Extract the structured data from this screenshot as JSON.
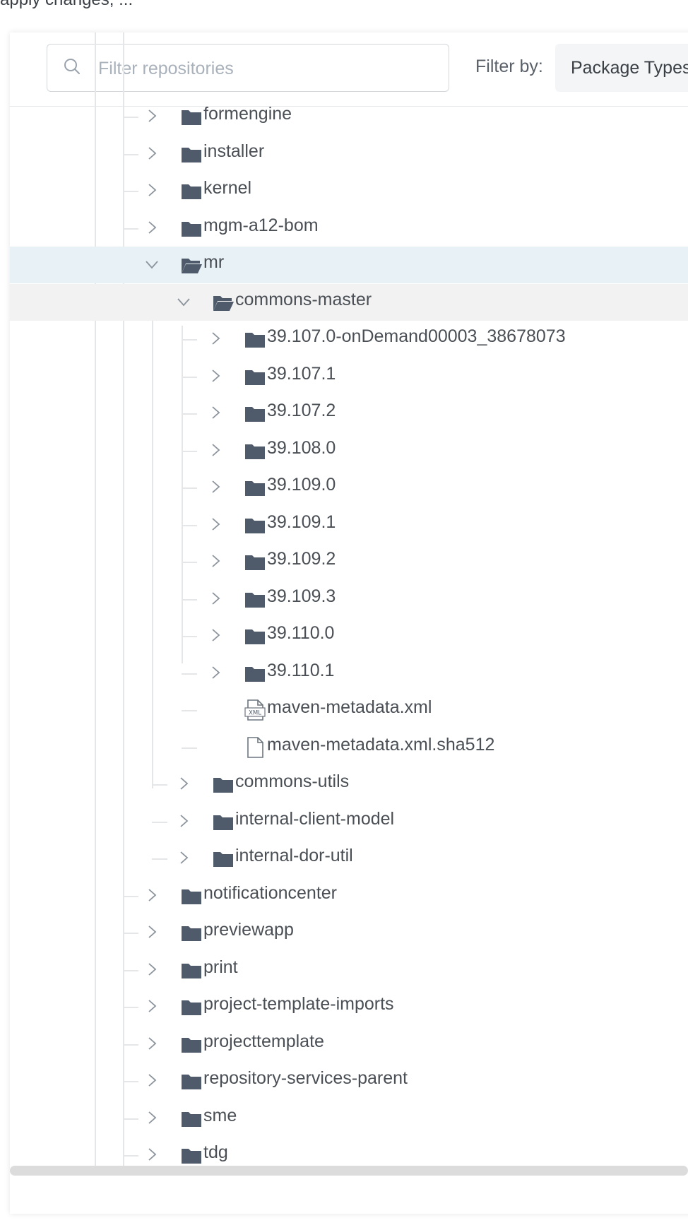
{
  "page_top_text": "apply changes, ...",
  "search": {
    "placeholder": "Filter repositories",
    "value": ""
  },
  "filter": {
    "label": "Filter by:",
    "selected": "Package Types"
  },
  "tree": [
    {
      "label": "formengine",
      "type": "folder",
      "expanded": false,
      "level": 1
    },
    {
      "label": "installer",
      "type": "folder",
      "expanded": false,
      "level": 1
    },
    {
      "label": "kernel",
      "type": "folder",
      "expanded": false,
      "level": 1
    },
    {
      "label": "mgm-a12-bom",
      "type": "folder",
      "expanded": false,
      "level": 1
    },
    {
      "label": "mr",
      "type": "folder",
      "expanded": true,
      "level": 1,
      "state": "selected"
    },
    {
      "label": "commons-master",
      "type": "folder",
      "expanded": true,
      "level": 2,
      "state": "hovered"
    },
    {
      "label": "39.107.0-onDemand00003_38678073",
      "type": "folder",
      "expanded": false,
      "level": 3
    },
    {
      "label": "39.107.1",
      "type": "folder",
      "expanded": false,
      "level": 3
    },
    {
      "label": "39.107.2",
      "type": "folder",
      "expanded": false,
      "level": 3
    },
    {
      "label": "39.108.0",
      "type": "folder",
      "expanded": false,
      "level": 3
    },
    {
      "label": "39.109.0",
      "type": "folder",
      "expanded": false,
      "level": 3
    },
    {
      "label": "39.109.1",
      "type": "folder",
      "expanded": false,
      "level": 3
    },
    {
      "label": "39.109.2",
      "type": "folder",
      "expanded": false,
      "level": 3
    },
    {
      "label": "39.109.3",
      "type": "folder",
      "expanded": false,
      "level": 3
    },
    {
      "label": "39.110.0",
      "type": "folder",
      "expanded": false,
      "level": 3
    },
    {
      "label": "39.110.1",
      "type": "folder",
      "expanded": false,
      "level": 3
    },
    {
      "label": "maven-metadata.xml",
      "type": "xml-file",
      "level": 3
    },
    {
      "label": "maven-metadata.xml.sha512",
      "type": "file",
      "level": 3
    },
    {
      "label": "commons-utils",
      "type": "folder",
      "expanded": false,
      "level": 2
    },
    {
      "label": "internal-client-model",
      "type": "folder",
      "expanded": false,
      "level": 2
    },
    {
      "label": "internal-dor-util",
      "type": "folder",
      "expanded": false,
      "level": 2
    },
    {
      "label": "notificationcenter",
      "type": "folder",
      "expanded": false,
      "level": 1
    },
    {
      "label": "previewapp",
      "type": "folder",
      "expanded": false,
      "level": 1
    },
    {
      "label": "print",
      "type": "folder",
      "expanded": false,
      "level": 1
    },
    {
      "label": "project-template-imports",
      "type": "folder",
      "expanded": false,
      "level": 1
    },
    {
      "label": "projecttemplate",
      "type": "folder",
      "expanded": false,
      "level": 1
    },
    {
      "label": "repository-services-parent",
      "type": "folder",
      "expanded": false,
      "level": 1
    },
    {
      "label": "sme",
      "type": "folder",
      "expanded": false,
      "level": 1
    },
    {
      "label": "tdg",
      "type": "folder",
      "expanded": false,
      "level": 1
    }
  ],
  "colors": {
    "folder": "#4f5b6b",
    "selected_row": "#e8f2f6",
    "hover_row": "#f2f2f2",
    "guide_line": "#e4e6e8"
  }
}
